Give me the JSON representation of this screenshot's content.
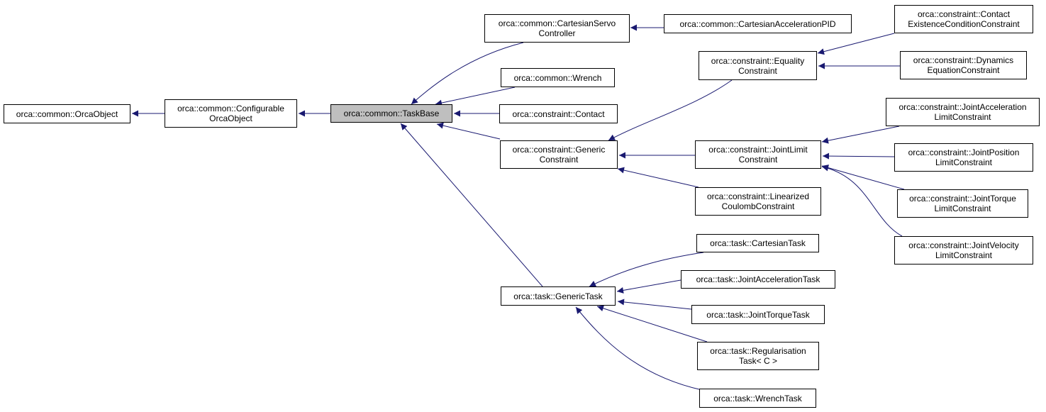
{
  "colors": {
    "edge": "#191970",
    "node_border": "#000000",
    "node_fill": "#ffffff",
    "current_fill": "#bfbfbf"
  },
  "nodes": [
    {
      "id": "orca-object",
      "lines": [
        "orca::common::OrcaObject"
      ]
    },
    {
      "id": "configurable-orca-object",
      "lines": [
        "orca::common::Configurable",
        "OrcaObject"
      ]
    },
    {
      "id": "task-base",
      "lines": [
        "orca::common::TaskBase"
      ],
      "current": true
    },
    {
      "id": "cartesian-servo-controller",
      "lines": [
        "orca::common::CartesianServo",
        "Controller"
      ]
    },
    {
      "id": "cartesian-acceleration-pid",
      "lines": [
        "orca::common::CartesianAccelerationPID"
      ]
    },
    {
      "id": "wrench",
      "lines": [
        "orca::common::Wrench"
      ]
    },
    {
      "id": "contact",
      "lines": [
        "orca::constraint::Contact"
      ]
    },
    {
      "id": "generic-constraint",
      "lines": [
        "orca::constraint::Generic",
        "Constraint"
      ]
    },
    {
      "id": "equality-constraint",
      "lines": [
        "orca::constraint::Equality",
        "Constraint"
      ]
    },
    {
      "id": "contact-existence-condition-constraint",
      "lines": [
        "orca::constraint::Contact",
        "ExistenceConditionConstraint"
      ]
    },
    {
      "id": "dynamics-equation-constraint",
      "lines": [
        "orca::constraint::Dynamics",
        "EquationConstraint"
      ]
    },
    {
      "id": "joint-limit-constraint",
      "lines": [
        "orca::constraint::JointLimit",
        "Constraint"
      ]
    },
    {
      "id": "joint-acceleration-limit-constraint",
      "lines": [
        "orca::constraint::JointAcceleration",
        "LimitConstraint"
      ]
    },
    {
      "id": "joint-position-limit-constraint",
      "lines": [
        "orca::constraint::JointPosition",
        "LimitConstraint"
      ]
    },
    {
      "id": "joint-torque-limit-constraint",
      "lines": [
        "orca::constraint::JointTorque",
        "LimitConstraint"
      ]
    },
    {
      "id": "joint-velocity-limit-constraint",
      "lines": [
        "orca::constraint::JointVelocity",
        "LimitConstraint"
      ]
    },
    {
      "id": "linearized-coulomb-constraint",
      "lines": [
        "orca::constraint::Linearized",
        "CoulombConstraint"
      ]
    },
    {
      "id": "generic-task",
      "lines": [
        "orca::task::GenericTask"
      ]
    },
    {
      "id": "cartesian-task",
      "lines": [
        "orca::task::CartesianTask"
      ]
    },
    {
      "id": "joint-acceleration-task",
      "lines": [
        "orca::task::JointAccelerationTask"
      ]
    },
    {
      "id": "joint-torque-task",
      "lines": [
        "orca::task::JointTorqueTask"
      ]
    },
    {
      "id": "regularisation-task",
      "lines": [
        "orca::task::Regularisation",
        "Task< C >"
      ]
    },
    {
      "id": "wrench-task",
      "lines": [
        "orca::task::WrenchTask"
      ]
    }
  ],
  "edges": [
    {
      "from": "configurable-orca-object",
      "to": "orca-object"
    },
    {
      "from": "task-base",
      "to": "configurable-orca-object"
    },
    {
      "from": "cartesian-servo-controller",
      "to": "task-base"
    },
    {
      "from": "wrench",
      "to": "task-base"
    },
    {
      "from": "contact",
      "to": "task-base"
    },
    {
      "from": "generic-constraint",
      "to": "task-base"
    },
    {
      "from": "generic-task",
      "to": "task-base"
    },
    {
      "from": "cartesian-acceleration-pid",
      "to": "cartesian-servo-controller"
    },
    {
      "from": "equality-constraint",
      "to": "generic-constraint"
    },
    {
      "from": "joint-limit-constraint",
      "to": "generic-constraint"
    },
    {
      "from": "linearized-coulomb-constraint",
      "to": "generic-constraint"
    },
    {
      "from": "contact-existence-condition-constraint",
      "to": "equality-constraint"
    },
    {
      "from": "dynamics-equation-constraint",
      "to": "equality-constraint"
    },
    {
      "from": "joint-acceleration-limit-constraint",
      "to": "joint-limit-constraint"
    },
    {
      "from": "joint-position-limit-constraint",
      "to": "joint-limit-constraint"
    },
    {
      "from": "joint-torque-limit-constraint",
      "to": "joint-limit-constraint"
    },
    {
      "from": "joint-velocity-limit-constraint",
      "to": "joint-limit-constraint"
    },
    {
      "from": "cartesian-task",
      "to": "generic-task"
    },
    {
      "from": "joint-acceleration-task",
      "to": "generic-task"
    },
    {
      "from": "joint-torque-task",
      "to": "generic-task"
    },
    {
      "from": "regularisation-task",
      "to": "generic-task"
    },
    {
      "from": "wrench-task",
      "to": "generic-task"
    }
  ]
}
